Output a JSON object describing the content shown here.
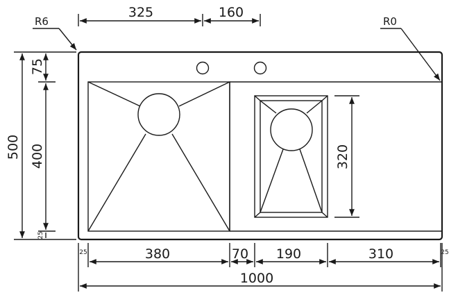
{
  "drawing": {
    "radius_labels": {
      "corner_left": "R6",
      "corner_right": "R0"
    },
    "top_dims": {
      "tap_offset": "325",
      "tap_spacing": "160"
    },
    "left_dims": {
      "overall_depth": "500",
      "back_margin": "75",
      "bowl_depth": "400",
      "front_margin": "25"
    },
    "right_bowl_depth": "320",
    "bottom_dims": {
      "left_edge": "25",
      "main_bowl_width": "380",
      "divider": "70",
      "small_bowl_width": "190",
      "drainer_width": "310",
      "right_edge": "25",
      "overall_width": "1000"
    }
  }
}
